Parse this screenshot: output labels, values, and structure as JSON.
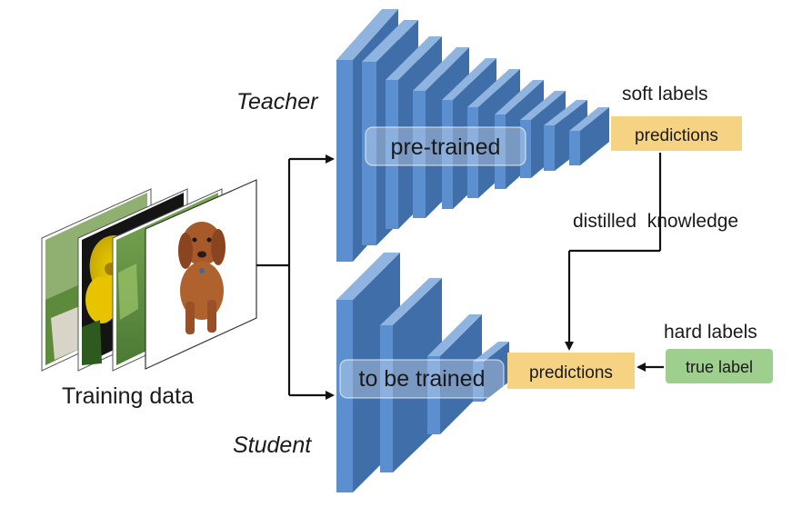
{
  "labels": {
    "teacher": "Teacher",
    "student": "Student",
    "training_data": "Training data",
    "pre_trained": "pre-trained",
    "to_be_trained": "to be trained",
    "soft_labels": "soft labels",
    "hard_labels": "hard labels",
    "distilled_knowledge": "distilled  knowledge",
    "teacher_predictions": "predictions",
    "student_predictions": "predictions",
    "true_label": "true label"
  },
  "colors": {
    "layer_face": "#5b8fcf",
    "layer_side": "#3f6ea8",
    "layer_top": "#8fb4e0",
    "predictions_box": "#f6d283",
    "true_label_box": "#9fcf8f",
    "arrow": "#111111"
  },
  "icons": {
    "photo_1": "landscape-photo",
    "photo_2": "yellow-flower-photo",
    "photo_3": "grass-photo",
    "photo_4": "puppy-photo"
  }
}
